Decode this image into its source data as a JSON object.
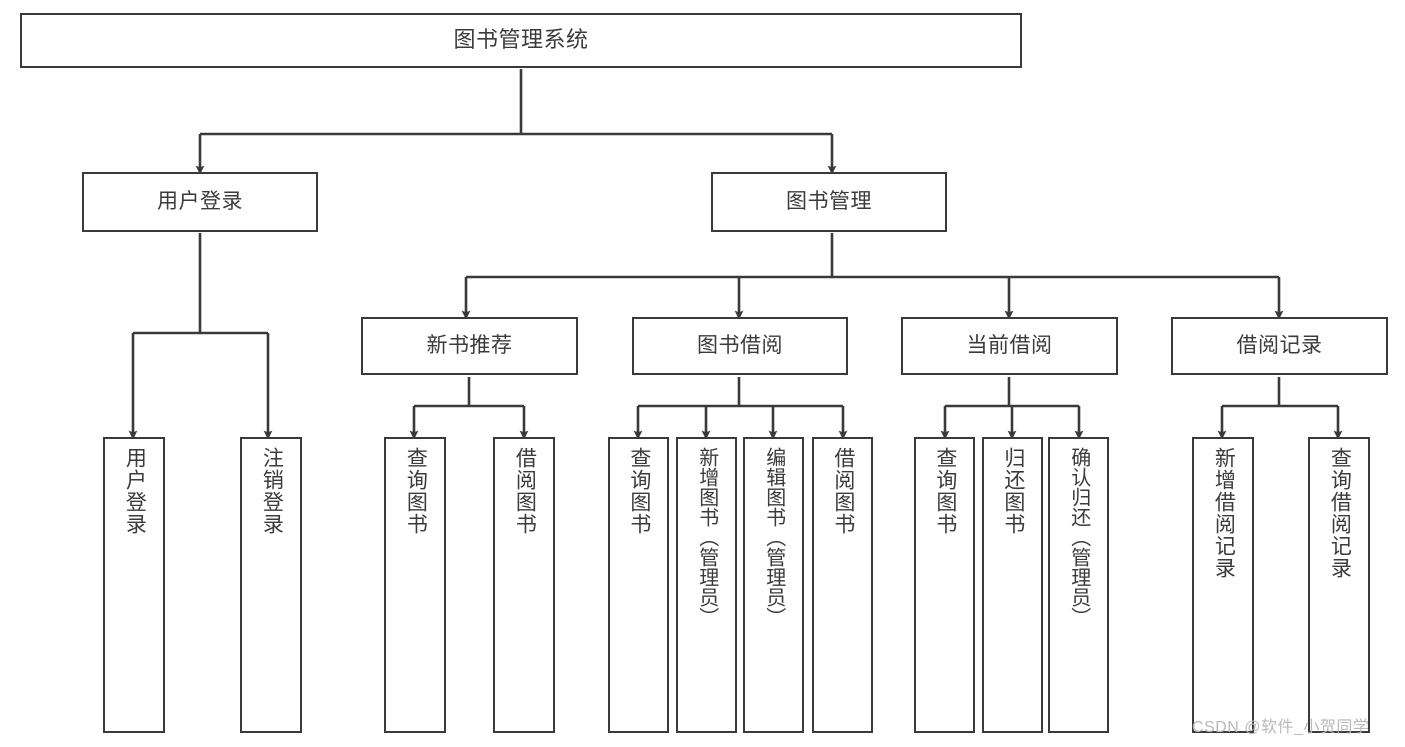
{
  "diagram": {
    "title": "图书管理系统",
    "type": "tree-hierarchy",
    "watermark": "CSDN @软件_小贺同学",
    "colors": {
      "stroke": "#3a3a3a",
      "text": "#3b3b3b",
      "background": "#ffffff",
      "watermark": "#b9b9b9"
    },
    "nodes": {
      "root": {
        "label": "图书管理系统"
      },
      "level1": [
        {
          "id": "user-login",
          "label": "用户登录"
        },
        {
          "id": "book-management",
          "label": "图书管理"
        }
      ],
      "level2": [
        {
          "id": "new-book-recommend",
          "label": "新书推荐"
        },
        {
          "id": "book-borrow",
          "label": "图书借阅"
        },
        {
          "id": "current-borrow",
          "label": "当前借阅"
        },
        {
          "id": "borrow-record",
          "label": "借阅记录"
        }
      ],
      "leaves": {
        "user_login": [
          {
            "id": "leaf-user-login",
            "label": "用户登录"
          },
          {
            "id": "leaf-logout-login",
            "label": "注销登录"
          }
        ],
        "new_book_recommend": [
          {
            "id": "leaf-query-book-1",
            "label": "查询图书"
          },
          {
            "id": "leaf-borrow-book-1",
            "label": "借阅图书"
          }
        ],
        "book_borrow": [
          {
            "id": "leaf-query-book-2",
            "label": "查询图书"
          },
          {
            "id": "leaf-add-book",
            "label": "新增图书（管理员）"
          },
          {
            "id": "leaf-edit-book",
            "label": "编辑图书（管理员）"
          },
          {
            "id": "leaf-borrow-book-2",
            "label": "借阅图书"
          }
        ],
        "current_borrow": [
          {
            "id": "leaf-query-book-3",
            "label": "查询图书"
          },
          {
            "id": "leaf-return-book",
            "label": "归还图书"
          },
          {
            "id": "leaf-confirm-return",
            "label": "确认归还（管理员）"
          }
        ],
        "borrow_record": [
          {
            "id": "leaf-add-record",
            "label": "新增借阅记录"
          },
          {
            "id": "leaf-query-record",
            "label": "查询借阅记录"
          }
        ]
      }
    }
  }
}
